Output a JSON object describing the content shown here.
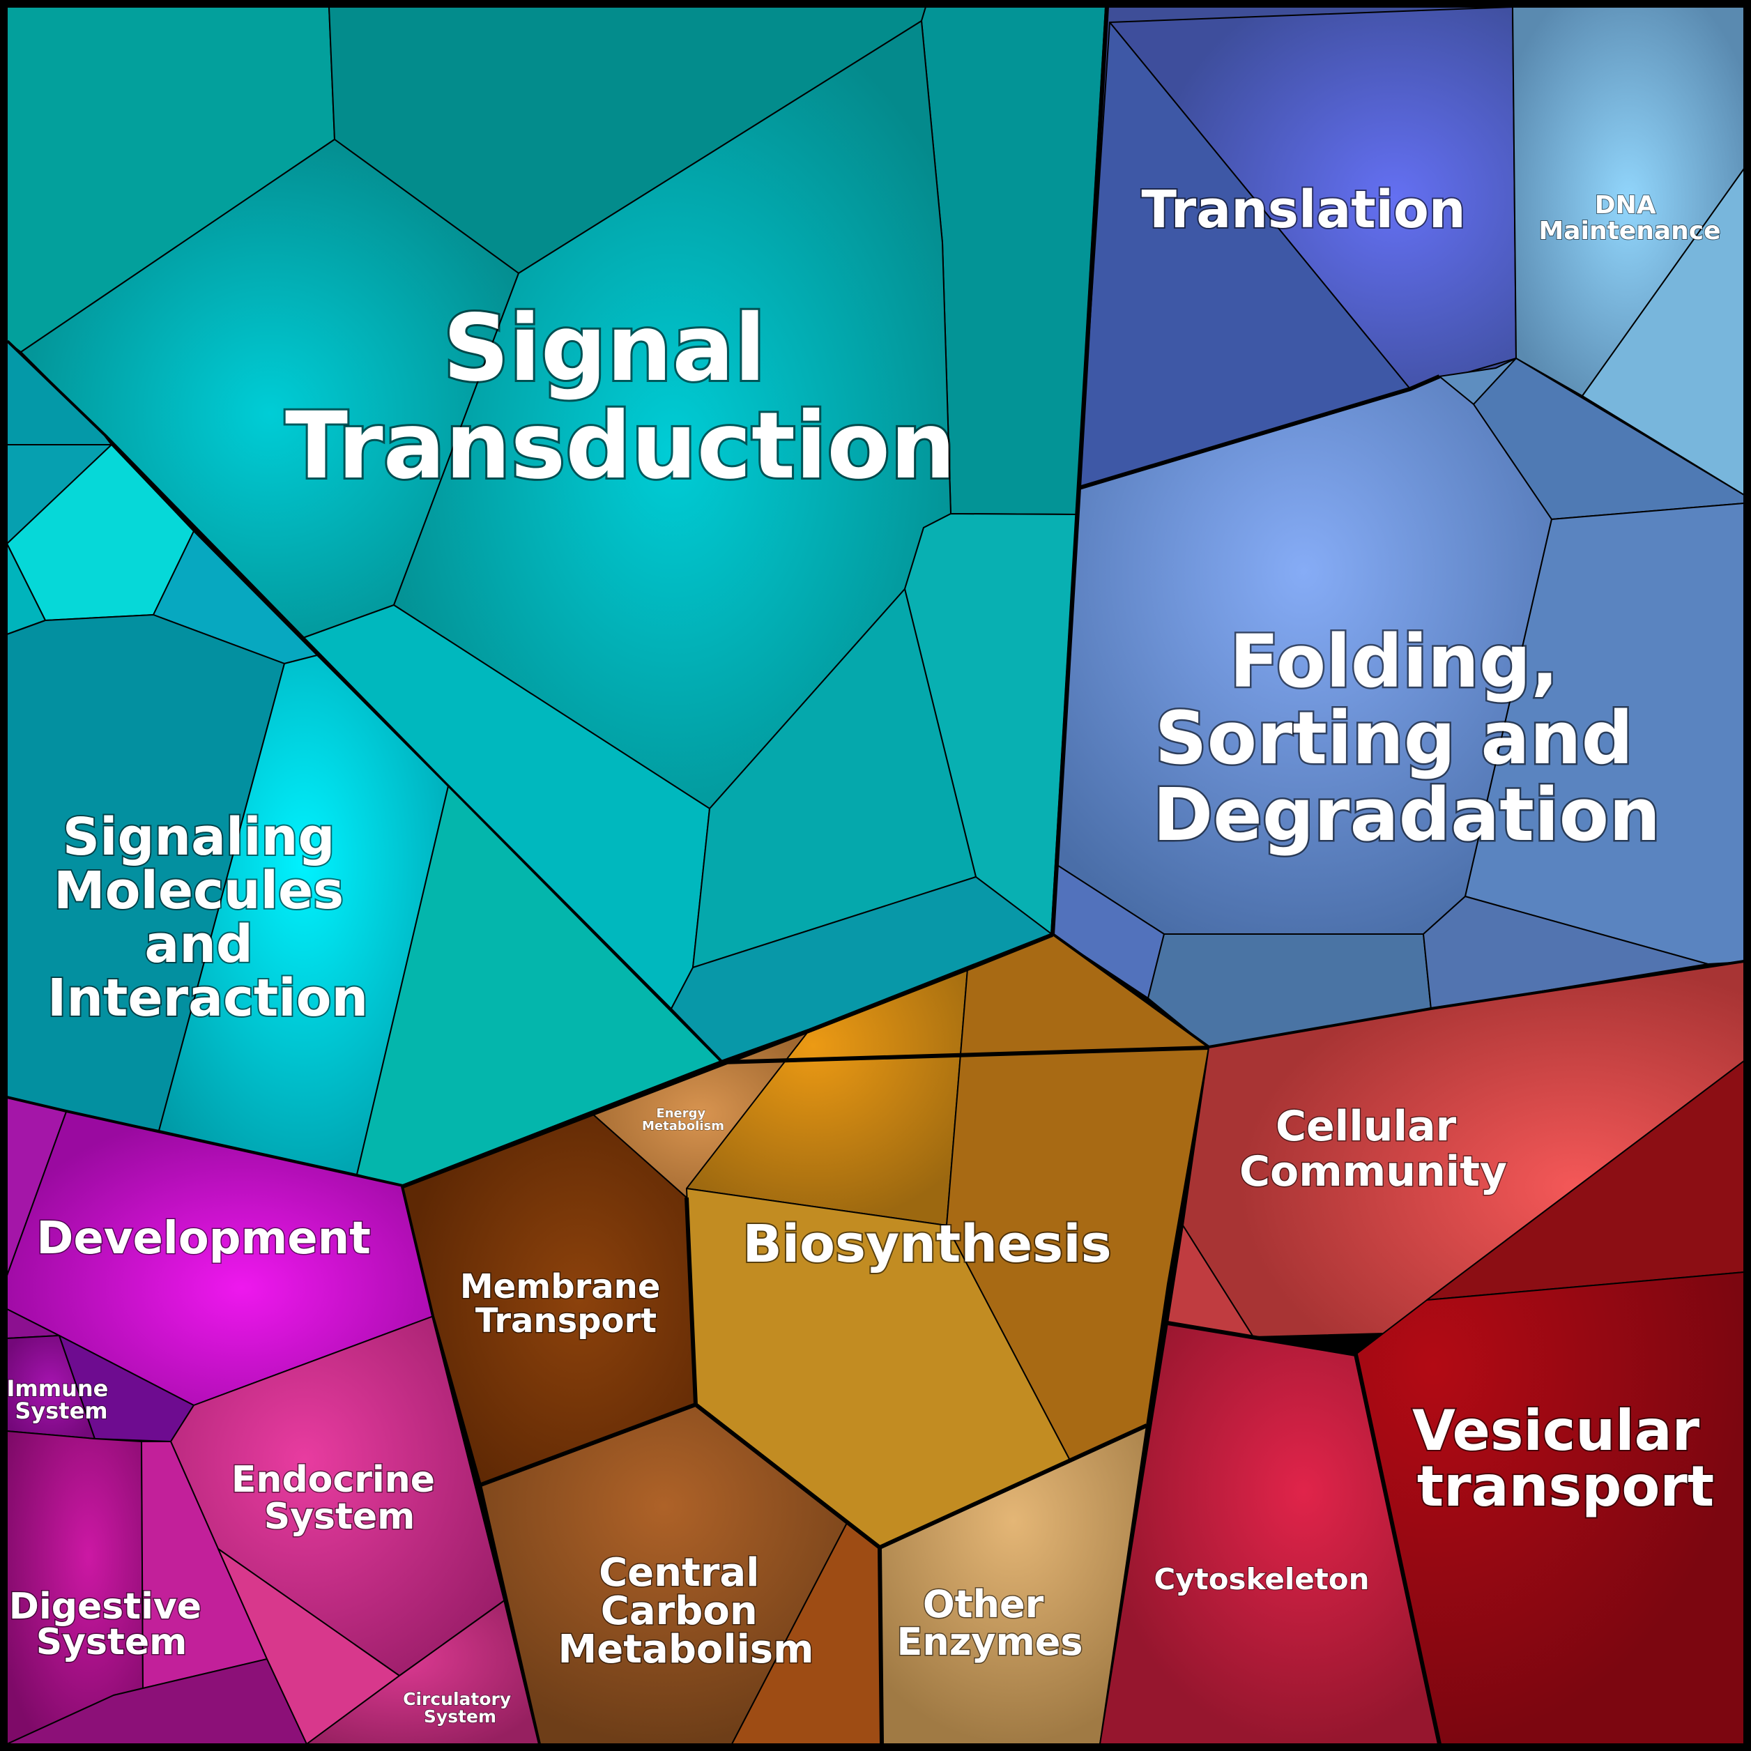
{
  "diagram": {
    "type": "voronoi-treemap",
    "regions": [
      {
        "id": "signal-transduction",
        "label": "Signal Transduction",
        "color": "#00a3b0",
        "highlight": "#00ccd6"
      },
      {
        "id": "signaling-molecules",
        "label": "Signaling Molecules and Interaction",
        "color": "#00a8b4",
        "highlight": "#00f0ff"
      },
      {
        "id": "translation",
        "label": "Translation",
        "color": "#4a55b8",
        "highlight": "#6470f0"
      },
      {
        "id": "dna-maintenance",
        "label": "DNA Maintenance",
        "color": "#6aa3c6",
        "highlight": "#8ed3fa"
      },
      {
        "id": "folding-sorting",
        "label": "Folding, Sorting and Degradation",
        "color": "#6382c4",
        "highlight": "#86abf4"
      },
      {
        "id": "development",
        "label": "Development",
        "color": "#b010b8",
        "highlight": "#ec18ec"
      },
      {
        "id": "immune-system",
        "label": "Immune System",
        "color": "#8a1090",
        "highlight": "#b018b8"
      },
      {
        "id": "endocrine-system",
        "label": "Endocrine System",
        "color": "#c02c80",
        "highlight": "#e63c9c"
      },
      {
        "id": "digestive-system",
        "label": "Digestive System",
        "color": "#a01080",
        "highlight": "#cc18a0"
      },
      {
        "id": "circulatory-system",
        "label": "Circulatory System",
        "color": "#b02a70",
        "highlight": "#d8388c"
      },
      {
        "id": "membrane-transport",
        "label": "Membrane Transport",
        "color": "#6e3204",
        "highlight": "#8a400a"
      },
      {
        "id": "energy-metabolism",
        "label": "Energy Metabolism",
        "color": "#b0783c",
        "highlight": "#d09048"
      },
      {
        "id": "biosynthesis",
        "label": "Biosynthesis",
        "color": "#b8801a",
        "highlight": "#e8a014"
      },
      {
        "id": "central-carbon",
        "label": "Central Carbon Metabolism",
        "color": "#8a5020",
        "highlight": "#a8602a"
      },
      {
        "id": "other-enzymes",
        "label": "Other Enzymes",
        "color": "#b89058",
        "highlight": "#e0b474"
      },
      {
        "id": "cellular-community",
        "label": "Cellular Community",
        "color": "#c04444",
        "highlight": "#f05656"
      },
      {
        "id": "cytoskeleton",
        "label": "Cytoskeleton",
        "color": "#b01c36",
        "highlight": "#dc2444"
      },
      {
        "id": "vesicular-transport",
        "label": "Vesicular transport",
        "color": "#980812",
        "highlight": "#b00a14"
      }
    ],
    "labels": {
      "signal_transduction": [
        "Signal",
        "Transduction"
      ],
      "signaling_molecules": [
        "Signaling",
        "Molecules",
        "and",
        "Interaction"
      ],
      "translation": [
        "Translation"
      ],
      "dna_maintenance": [
        "DNA",
        "Maintenance"
      ],
      "folding_sorting": [
        "Folding,",
        "Sorting and",
        "Degradation"
      ],
      "development": [
        "Development"
      ],
      "immune_system": [
        "Immune",
        "System"
      ],
      "endocrine_system": [
        "Endocrine",
        "System"
      ],
      "digestive_system": [
        "Digestive",
        "System"
      ],
      "circulatory_system": [
        "Circulatory",
        "System"
      ],
      "membrane_transport": [
        "Membrane",
        "Transport"
      ],
      "energy_metabolism": [
        "Energy",
        "Metabolism"
      ],
      "biosynthesis": [
        "Biosynthesis"
      ],
      "central_carbon": [
        "Central",
        "Carbon",
        "Metabolism"
      ],
      "other_enzymes": [
        "Other",
        "Enzymes"
      ],
      "cellular_community": [
        "Cellular",
        "Community"
      ],
      "cytoskeleton": [
        "Cytoskeleton"
      ],
      "vesicular_transport": [
        "Vesicular",
        "transport"
      ]
    }
  }
}
